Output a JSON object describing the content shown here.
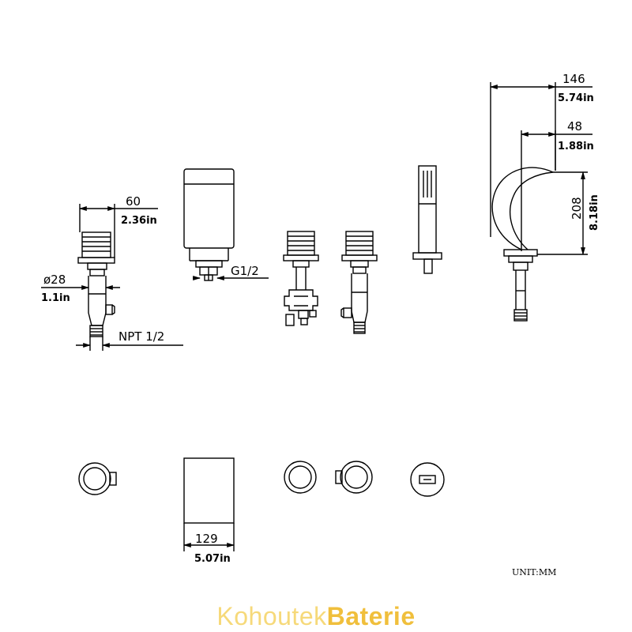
{
  "dimensions": {
    "handle_width_mm": "60",
    "handle_width_in": "2.36in",
    "base_diameter_mm": "ø28",
    "base_diameter_in": "1.1in",
    "inlet_thread": "NPT 1/2",
    "outlet_thread": "G1/2",
    "spout_depth_mm": "146",
    "spout_depth_in": "5.74in",
    "spout_reach_mm": "48",
    "spout_reach_in": "1.88in",
    "spout_height_mm": "208",
    "spout_height_in": "8.18in",
    "body_width_mm": "129",
    "body_width_in": "5.07in"
  },
  "unit_label": "UNIT:MM",
  "brand": {
    "part1": "Kohoutek",
    "part2": "Baterie",
    "color1": "#f6d97a",
    "color2": "#f0bf3c"
  },
  "line_color": "#000000"
}
